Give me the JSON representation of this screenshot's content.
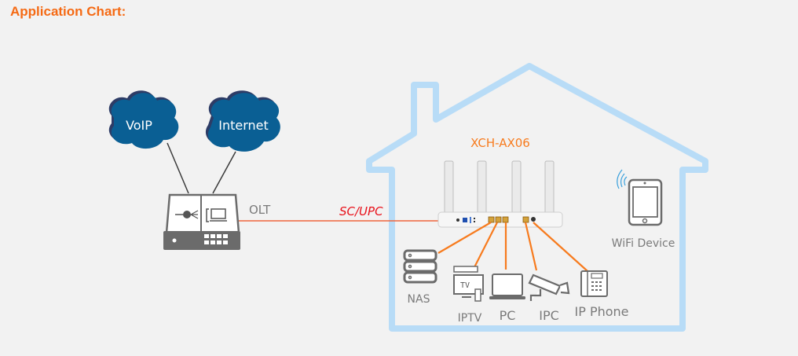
{
  "title": "Application Chart:",
  "clouds": {
    "voip": "VoIP",
    "internet": "Internet"
  },
  "olt": {
    "label": "OLT"
  },
  "fiber": {
    "label": "SC/UPC"
  },
  "router": {
    "model": "XCH-AX06"
  },
  "devices": {
    "nas": "NAS",
    "iptv": "IPTV",
    "tv_text": "TV",
    "pc": "PC",
    "ipc": "IPC",
    "ip_phone": "IP Phone",
    "wifi_device": "WiFi Device"
  },
  "colors": {
    "title": "#f56a14",
    "accent_orange": "#f77b1e",
    "house_outline": "#b8dcf7",
    "cloud": "#0a5f94",
    "fiber_label": "#e8111a",
    "device_gray": "#6b6b6b",
    "label_gray": "#7a7a7a"
  }
}
